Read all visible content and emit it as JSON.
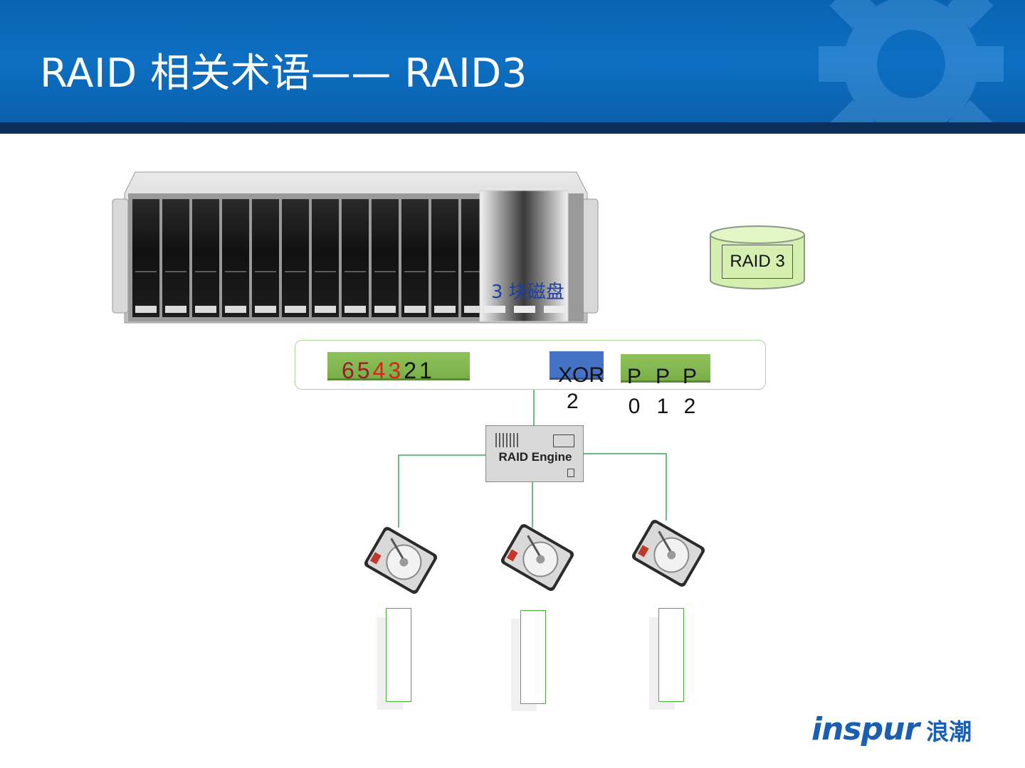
{
  "slide": {
    "title": "RAID 相关术语—— RAID3"
  },
  "enclosure": {
    "drive_label": "3 块磁盘"
  },
  "volume": {
    "label": "RAID 3"
  },
  "stripe": {
    "data_digits": [
      "6",
      "5",
      "4",
      "3",
      "2",
      "1"
    ],
    "data_digit_colors": [
      "#9b1b30",
      "#9b1b30",
      "#e02020",
      "#e02020",
      "#111111",
      "#111111"
    ],
    "xor_label": "XOR",
    "xor_index": "2",
    "parity_letters": [
      "P",
      "P",
      "P"
    ],
    "parity_indices": [
      "0",
      "1",
      "2"
    ]
  },
  "engine": {
    "label": "RAID Engine"
  },
  "colors": {
    "header_blue": "#0d6fc2",
    "header_band": "#0a2f5c",
    "stripe_green": "#7aaf48",
    "xor_blue": "#4472c4",
    "wire_green": "#3aa55a",
    "cylinder_fill": "#d4efb0"
  },
  "logo": {
    "brand_en": "inspur",
    "brand_zh": "浪潮"
  }
}
